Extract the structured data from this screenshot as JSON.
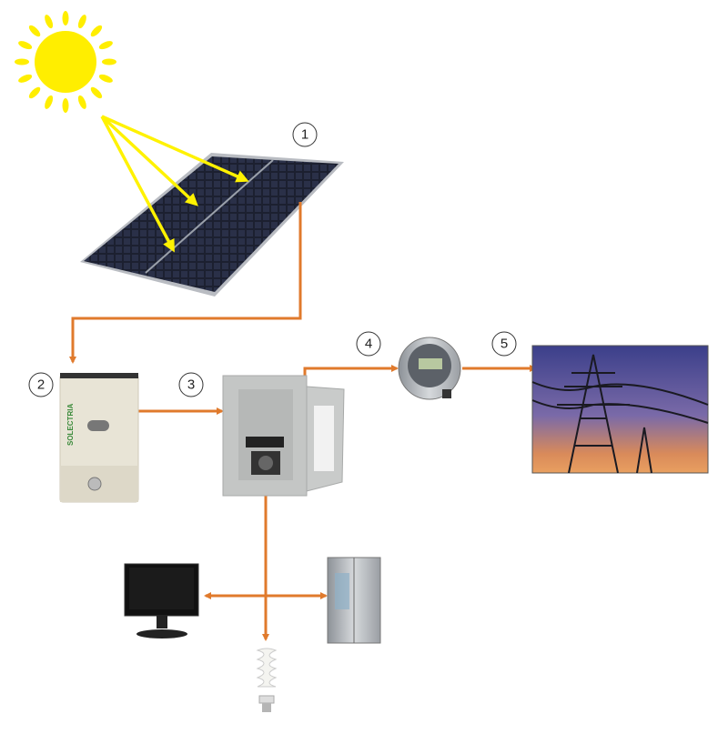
{
  "title": "Grid-tied solar power system diagram",
  "steps": [
    {
      "number": "1",
      "component": "solar-panel"
    },
    {
      "number": "2",
      "component": "inverter"
    },
    {
      "number": "3",
      "component": "breaker-panel"
    },
    {
      "number": "4",
      "component": "electric-meter"
    },
    {
      "number": "5",
      "component": "utility-grid"
    }
  ],
  "inverter_brand": "SOLECTRIA",
  "loads": [
    "tv",
    "refrigerator",
    "light-bulb"
  ],
  "colors": {
    "wire": "#E07A2C",
    "sunlight": "#FFF200",
    "sun": "#FFEE00",
    "panel": "#1E2233"
  }
}
